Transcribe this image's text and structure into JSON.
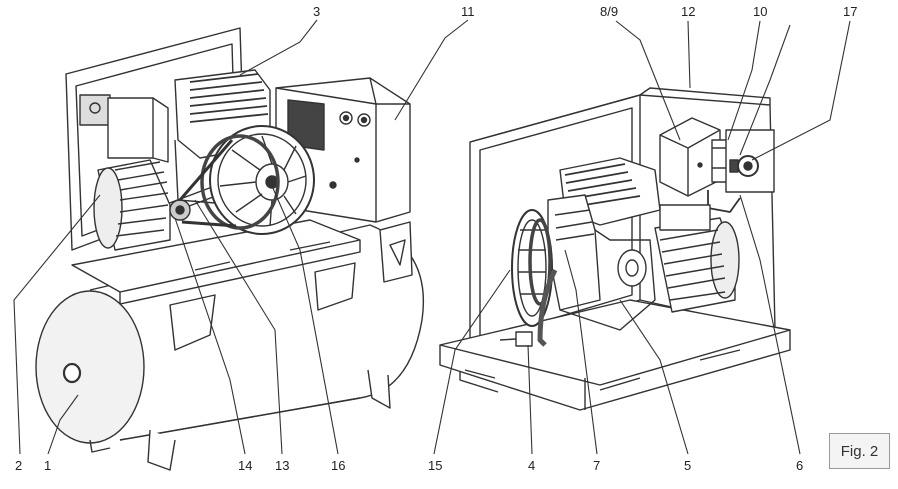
{
  "figure": {
    "caption": "Fig. 2"
  },
  "callouts": {
    "left": [
      "3",
      "11",
      "2",
      "1",
      "14",
      "13",
      "16"
    ],
    "right": [
      "8/9",
      "12",
      "10",
      "17",
      "15",
      "4",
      "7",
      "5",
      "6"
    ]
  }
}
